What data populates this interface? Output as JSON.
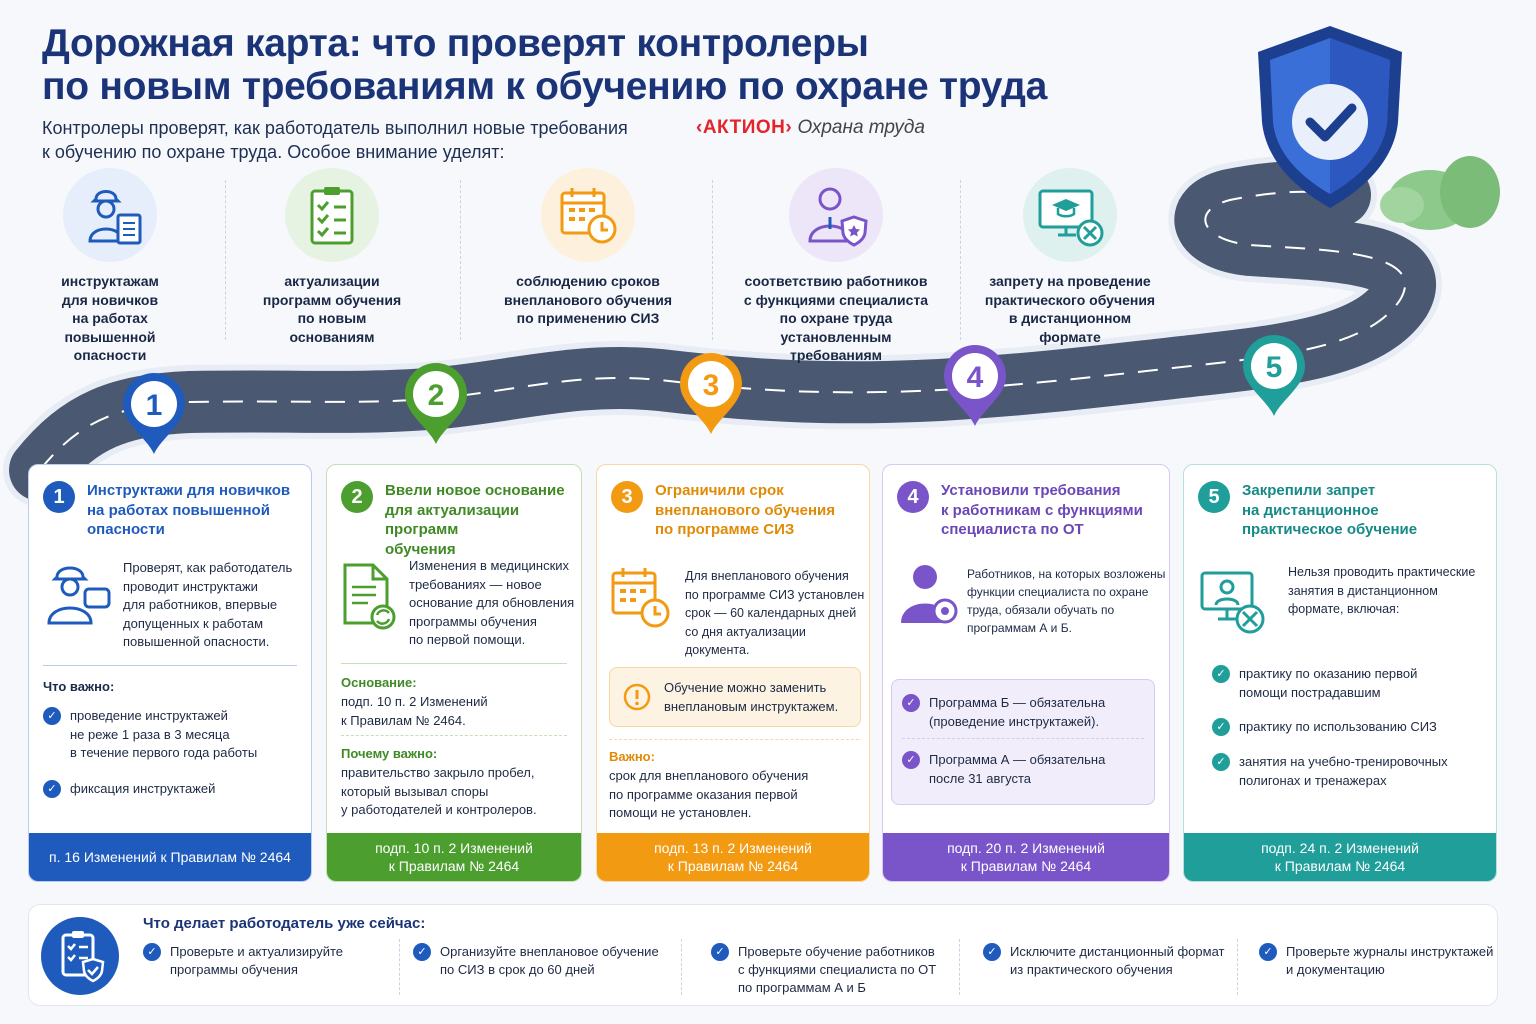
{
  "header": {
    "title_line1": "Дорожная карта: что проверят контролеры",
    "title_line2": "по новым требованиям к обучению по охране труда",
    "subtitle_line1": "Контролеры проверят, как работодатель выполнил новые требования",
    "subtitle_line2": "к обучению по охране труда. Особое внимание уделят:",
    "brand_logo": "‹АКТИОН›",
    "brand_name": "Охрана труда"
  },
  "focus": [
    {
      "icon": "worker-checklist-icon",
      "l1": "инструктажам",
      "l2": "для новичков",
      "l3": "на работах",
      "l4": "повышенной",
      "l5": "опасности"
    },
    {
      "icon": "clipboard-checklist-icon",
      "l1": "актуализации",
      "l2": "программ обучения",
      "l3": "по новым",
      "l4": "основаниям"
    },
    {
      "icon": "calendar-clock-icon",
      "l1": "соблюдению сроков",
      "l2": "внепланового обучения",
      "l3": "по применению СИЗ"
    },
    {
      "icon": "specialist-shield-icon",
      "l1": "соответствию работников",
      "l2": "с функциями специалиста",
      "l3": "по охране труда",
      "l4": "установленным требованиям"
    },
    {
      "icon": "remote-training-ban-icon",
      "l1": "запрету на проведение",
      "l2": "практического обучения",
      "l3": "в дистанционном",
      "l4": "формате"
    }
  ],
  "pins": [
    "1",
    "2",
    "3",
    "4",
    "5"
  ],
  "colors": {
    "blue": "#1f5bbd",
    "green": "#4c9f2f",
    "orange": "#f29a12",
    "purple": "#7a55c9",
    "teal": "#1f9e9a",
    "navy": "#1b3478"
  },
  "cards": [
    {
      "num": "1",
      "t1": "Инструктажи для новичков",
      "t2": "на работах повышенной",
      "t3": "опасности",
      "b1": "Проверят, как работодатель",
      "b2": "проводит инструктажи",
      "b3": "для работников, впервые",
      "b4": "допущенных к работам",
      "b5": "повышенной опасности.",
      "important_label": "Что важно:",
      "i1a": "проведение инструктажей",
      "i1b": "не реже 1 раза в 3 месяца",
      "i1c": "в течение первого года работы",
      "i2": "фиксация инструктажей",
      "footer": "п. 16 Изменений к Правилам № 2464"
    },
    {
      "num": "2",
      "t1": "Ввели новое основание",
      "t2": "для актуализации программ",
      "t3": "обучения",
      "b1": "Изменения в медицинских",
      "b2": "требованиях — новое",
      "b3": "основание для обновления",
      "b4": "программы обучения",
      "b5": "по первой помощи.",
      "basis_label": "Основание:",
      "basis1": "подп. 10 п. 2 Изменений",
      "basis2": "к Правилам № 2464.",
      "why_label": "Почему важно:",
      "why1": "правительство закрыло пробел,",
      "why2": "который вызывал споры",
      "why3": "у работодателей и контролеров.",
      "footer1": "подп. 10 п. 2 Изменений",
      "footer2": "к Правилам № 2464"
    },
    {
      "num": "3",
      "t1": "Ограничили срок",
      "t2": "внепланового обучения",
      "t3": "по программе СИЗ",
      "b1": "Для внепланового обучения",
      "b2": "по программе СИЗ установлен",
      "b3": "срок — 60 календарных дней",
      "b4": "со дня актуализации документа.",
      "note1": "Обучение можно заменить",
      "note2": "внеплановым инструктажем.",
      "important_label": "Важно:",
      "imp1": "срок для внепланового обучения",
      "imp2": "по программе оказания первой",
      "imp3": "помощи не установлен.",
      "footer1": "подп. 13 п. 2 Изменений",
      "footer2": "к Правилам № 2464"
    },
    {
      "num": "4",
      "t1": "Установили требования",
      "t2": "к работникам с функциями",
      "t3": "специалиста по ОТ",
      "b1": "Работников, на которых возложены",
      "b2": "функции специалиста по охране",
      "b3": "труда, обязали обучать по",
      "b4": "программам А и Б.",
      "p1a": "Программа Б — обязательна",
      "p1b": "(проведение инструктажей).",
      "p2a": "Программа А — обязательна",
      "p2b": "после 31 августа",
      "footer1": "подп. 20 п. 2 Изменений",
      "footer2": "к Правилам № 2464"
    },
    {
      "num": "5",
      "t1": "Закрепили запрет",
      "t2": "на дистанционное",
      "t3": "практическое обучение",
      "b1": "Нельзя проводить практические",
      "b2": "занятия в дистанционном",
      "b3": "формате, включая:",
      "i1a": "практику по оказанию первой",
      "i1b": "помощи пострадавшим",
      "i2": "практику по использованию СИЗ",
      "i3a": "занятия на учебно-тренировочных",
      "i3b": "полигонах и тренажерах",
      "footer1": "подп. 24 п. 2 Изменений",
      "footer2": "к Правилам № 2464"
    }
  ],
  "bottom": {
    "title": "Что делает работодатель уже сейчас:",
    "items": [
      {
        "a": "Проверьте и актуализируйте",
        "b": "программы обучения"
      },
      {
        "a": "Организуйте внеплановое обучение",
        "b": "по СИЗ в срок до 60 дней"
      },
      {
        "a": "Проверьте обучение работников",
        "b": "с функциями специалиста по ОТ",
        "c": "по программам А и Б"
      },
      {
        "a": "Исключите дистанционный формат",
        "b": "из практического обучения"
      },
      {
        "a": "Проверьте журналы инструктажей",
        "b": "и документацию"
      }
    ]
  }
}
